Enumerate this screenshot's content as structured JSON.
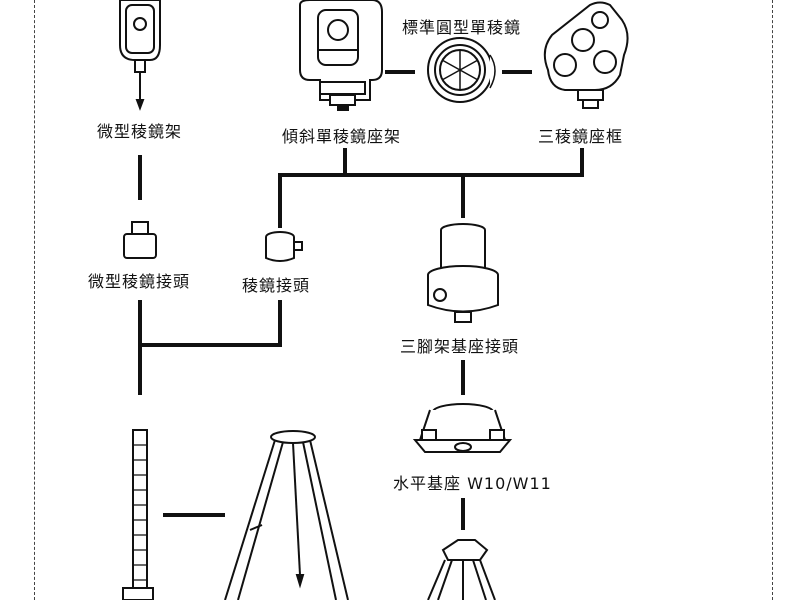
{
  "labels": {
    "mini_prism_holder": "微型稜鏡架",
    "standard_round_prism": "標準圓型單稜鏡",
    "tilting_prism_holder": "傾斜單稜鏡座架",
    "triple_prism_holder": "三稜鏡座框",
    "mini_prism_adapter": "微型稜鏡接頭",
    "prism_adapter": "稜鏡接頭",
    "tripod_adapter": "三腳架基座接頭",
    "tribrach": "水平基座 W10/W11"
  }
}
